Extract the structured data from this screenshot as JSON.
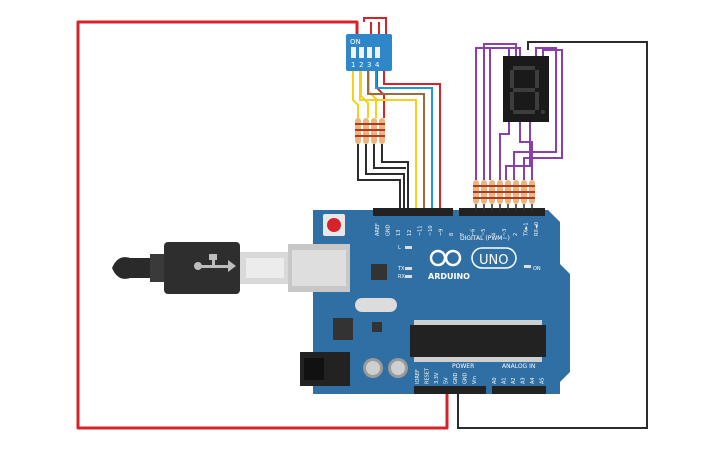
{
  "dip_switch": {
    "on_label": "ON",
    "switch_numbers": [
      "1",
      "2",
      "3",
      "4"
    ]
  },
  "arduino": {
    "brand": "ARDUINO",
    "model": "UNO",
    "on_label": "ON",
    "led_labels": {
      "l": "L",
      "tx": "TX",
      "rx": "RX"
    },
    "digital_header_label": "DIGITAL (PWM~)",
    "digital_pins": [
      "AREF",
      "GND",
      "13",
      "12",
      "~11",
      "~10",
      "~9",
      "8",
      "7",
      "~6",
      "~5",
      "4",
      "~3",
      "2",
      "TX►1",
      "RX◄0"
    ],
    "power_label": "POWER",
    "power_pins": [
      "IOREF",
      "RESET",
      "3.3V",
      "5V",
      "GND",
      "GND",
      "Vin"
    ],
    "analog_label": "ANALOG IN",
    "analog_pins": [
      "A0",
      "A1",
      "A2",
      "A3",
      "A4",
      "A5"
    ]
  },
  "display": {
    "digit_shown": "8."
  },
  "colors": {
    "board": "#2f6fa3",
    "dip_body": "#2f86c8",
    "wire_red": "#d6232a",
    "wire_black": "#2c2c2c",
    "wire_yellow": "#f2d21b",
    "wire_brown": "#9a6b3c",
    "wire_blue": "#1e9bd7",
    "wire_purple": "#8b3fa8",
    "resistor": "#e8b87a"
  }
}
